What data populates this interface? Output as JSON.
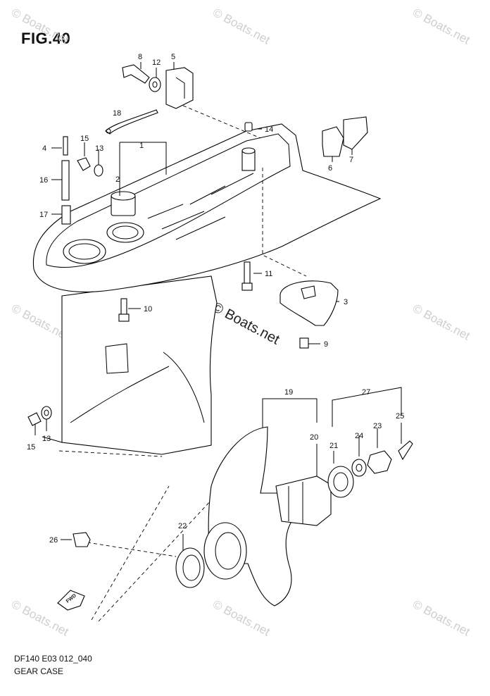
{
  "figure": {
    "title": "FIG.40",
    "model_code": "DF140 E03 012_040",
    "section_name": "GEAR CASE"
  },
  "watermark": {
    "text": "© Boats.net",
    "center_text": "© Boats.net"
  },
  "callouts": [
    "8",
    "12",
    "5",
    "18",
    "14",
    "15",
    "13",
    "4",
    "1",
    "2",
    "16",
    "17",
    "6",
    "7",
    "11",
    "10",
    "3",
    "9",
    "19",
    "27",
    "20",
    "24",
    "23",
    "25",
    "21",
    "15",
    "13",
    "26",
    "22"
  ],
  "icons": {
    "forward_arrow": "FWD"
  }
}
